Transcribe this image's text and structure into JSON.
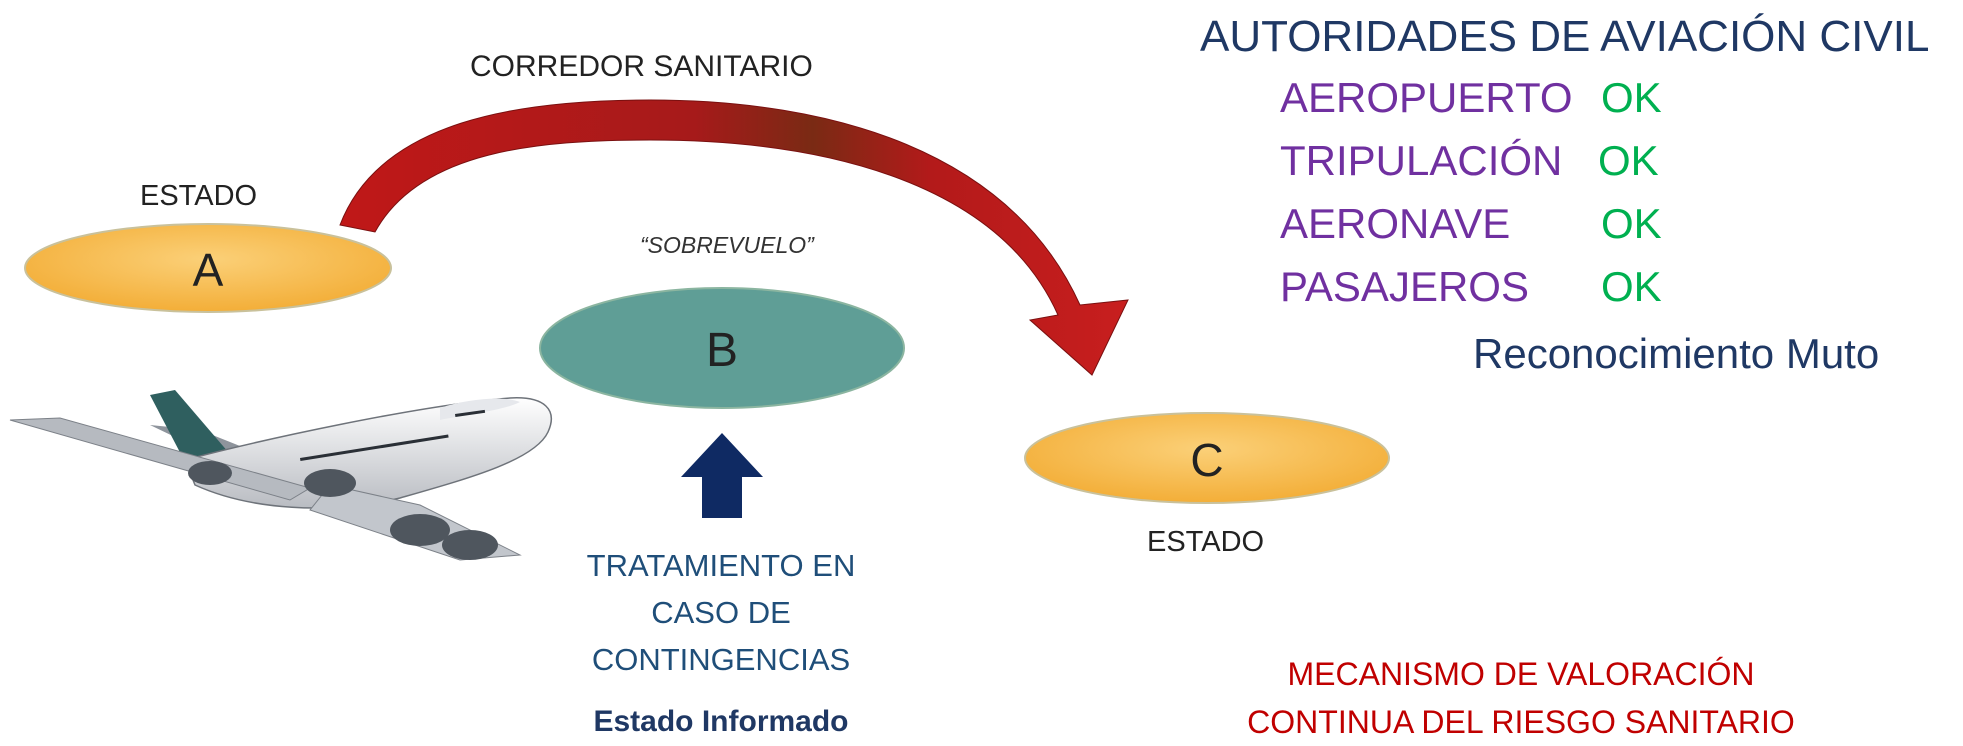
{
  "corridor_label": "CORREDOR SANITARIO",
  "states": {
    "a": {
      "letter": "A",
      "label": "ESTADO"
    },
    "b": {
      "letter": "B",
      "overflight": "“SOBREVUELO”"
    },
    "c": {
      "letter": "C",
      "label": "ESTADO"
    }
  },
  "treatment": {
    "text": "TRATAMIENTO EN CASO DE CONTINGENCIAS",
    "informed": "Estado Informado"
  },
  "authorities": {
    "title": "AUTORIDADES DE AVIACIÓN CIVIL",
    "items": [
      {
        "label": "AEROPUERTO",
        "status": "OK"
      },
      {
        "label": "TRIPULACIÓN",
        "status": "OK"
      },
      {
        "label": "AERONAVE",
        "status": "OK"
      },
      {
        "label": "PASAJEROS",
        "status": "OK"
      }
    ],
    "recognition": "Reconocimiento Muto"
  },
  "mechanism": "MECANISMO DE VALORACIÓN CONTINUA  DEL RIESGO SANITARIO",
  "colors": {
    "ellipse_orange": "#f6bb4a",
    "ellipse_teal": "#5f9e96",
    "arrow_red": "#b01c1c",
    "up_arrow_navy": "#0f2a63",
    "navy_text": "#1f3864",
    "purple": "#7030a0",
    "green": "#00b050",
    "red_text": "#c00000"
  }
}
